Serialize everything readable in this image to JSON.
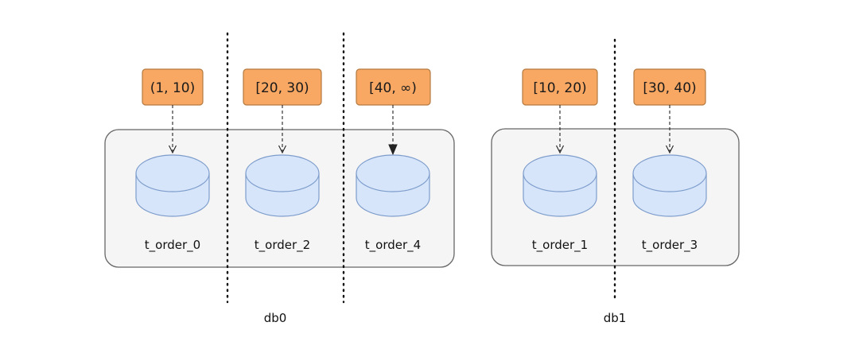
{
  "databases": [
    {
      "name": "db0",
      "tables": [
        {
          "name": "t_order_0",
          "range": "(1,  10)"
        },
        {
          "name": "t_order_2",
          "range": "[20,  30)"
        },
        {
          "name": "t_order_4",
          "range": "[40,  ∞)"
        }
      ]
    },
    {
      "name": "db1",
      "tables": [
        {
          "name": "t_order_1",
          "range": "[10,  20)"
        },
        {
          "name": "t_order_3",
          "range": "[30,  40)"
        }
      ]
    }
  ],
  "colors": {
    "range_box_fill": "#f8a863",
    "cylinder_fill": "#d6e5fa",
    "cylinder_stroke": "#7d9ccb",
    "group_fill": "#f5f5f5"
  },
  "icons": {
    "table": "database-cylinder-icon",
    "link": "dashed-arrow-icon"
  }
}
